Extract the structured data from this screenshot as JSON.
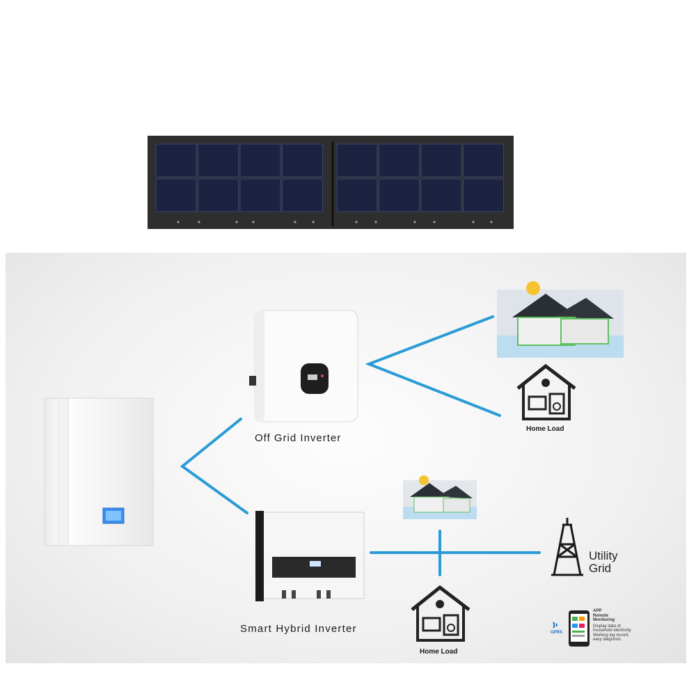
{
  "labels": {
    "off_grid_inverter": "Off Grid Inverter",
    "smart_hybrid_inverter": "Smart Hybrid Inverter",
    "home_load_top": "Home Load",
    "home_load_bottom": "Home Load",
    "utility_line1": "Utility",
    "utility_line2": "Grid",
    "app_title_line1": "APP",
    "app_title_line2": "Remote",
    "app_title_line3": "Monitoring",
    "app_desc": "Display data of household electricity. Working log record, easy diagnosis.",
    "gprs": "GPRS"
  },
  "colors": {
    "connector_line": "#2a9bd6",
    "panel_frame": "#2e2e2e",
    "cell": "#1c2340",
    "inverter_white": "#f7f7f7",
    "battery_screen": "#4aa3ff"
  },
  "icons": [
    "solar-panel-icon",
    "battery-icon",
    "inverter-icon",
    "house-icon",
    "home-load-icon",
    "transmission-tower-icon",
    "phone-app-icon",
    "wifi-icon",
    "sun-icon"
  ]
}
